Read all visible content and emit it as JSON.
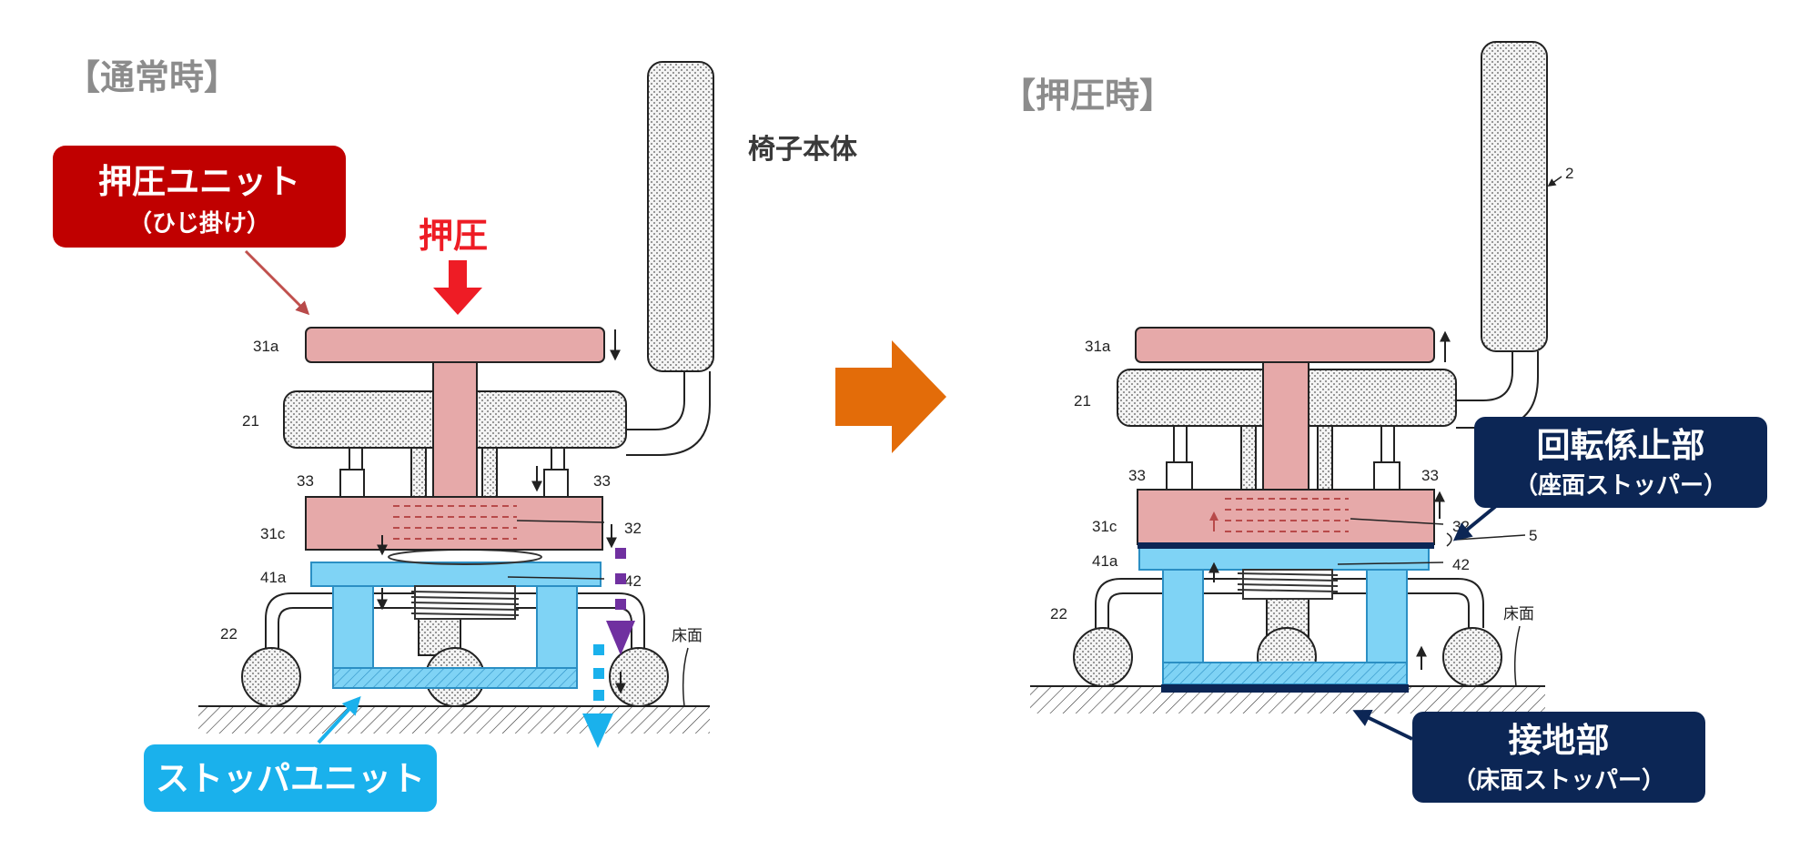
{
  "left_panel": {
    "title": "【通常時】",
    "push_unit": {
      "title": "押圧ユニット",
      "subtitle": "（ひじ掛け）"
    },
    "push_label": "押圧",
    "stopper_unit": "ストッパユニット",
    "floor": "床面",
    "refs": {
      "r31a": "31a",
      "r21": "21",
      "r33a": "33",
      "r33b": "33",
      "r31c": "31c",
      "r32": "32",
      "r41a": "41a",
      "r42": "42",
      "r22": "22"
    }
  },
  "chair_body": "椅子本体",
  "right_panel": {
    "title": "【押圧時】",
    "rotation_stop": {
      "title": "回転係止部",
      "subtitle": "（座面ストッパー）"
    },
    "ground_part": {
      "title": "接地部",
      "subtitle": "（床面ストッパー）"
    },
    "floor": "床面",
    "refs": {
      "r2": "2",
      "r31a": "31a",
      "r21": "21",
      "r33a": "33",
      "r33b": "33",
      "r31c": "31c",
      "r32": "32",
      "r5": "5",
      "r41a": "41a",
      "r42": "42",
      "r22": "22"
    }
  },
  "colors": {
    "push_unit_fill": "#e6a9a9",
    "push_box": "#c00000",
    "stopper_fill": "#7fd3f5",
    "stopper_box": "#1ab1ec",
    "navy_box": "#0c2655",
    "arrow_orange": "#e36c09",
    "push_red": "#ee1c25",
    "purple": "#7030a0"
  }
}
